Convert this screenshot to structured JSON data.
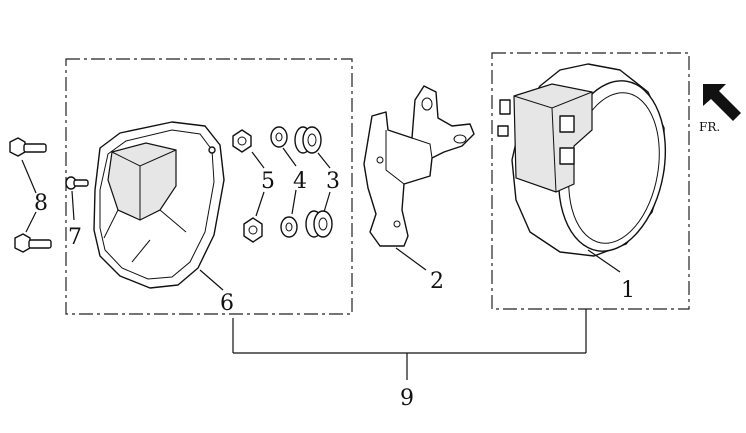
{
  "direction_label": "FR.",
  "callouts": {
    "c1": "1",
    "c2": "2",
    "c3": "3",
    "c4": "4",
    "c5": "5",
    "c6": "6",
    "c7": "7",
    "c8": "8",
    "c9": "9"
  },
  "icons": {
    "front_arrow": "arrow-up-left-icon"
  }
}
